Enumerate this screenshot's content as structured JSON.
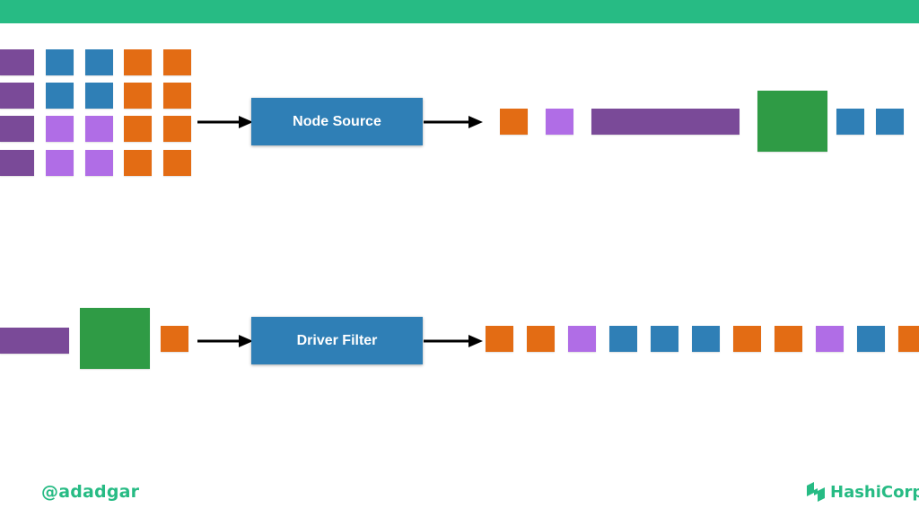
{
  "colors": {
    "header": "#27bb84",
    "purple": "#7a4a98",
    "blue": "#2f7fb6",
    "orange": "#e36c14",
    "lavender": "#b06de6",
    "green": "#2f9b45",
    "process_box": "#2f7fb6",
    "brand": "#27bb84"
  },
  "node_source": {
    "label": "Node Source",
    "inputs": [
      [
        "purple-bar",
        "blue",
        "blue",
        "orange",
        "orange"
      ],
      [
        "purple-bar",
        "blue",
        "blue",
        "orange",
        "orange"
      ],
      [
        "purple-bar",
        "lavender",
        "lavender",
        "orange",
        "orange"
      ],
      [
        "purple-bar",
        "lavender",
        "lavender",
        "orange",
        "orange"
      ]
    ],
    "outputs": [
      "orange",
      "lavender",
      "purple-long",
      "green-large",
      "blue",
      "blue"
    ]
  },
  "driver_filter": {
    "label": "Driver Filter",
    "inputs": [
      "purple-bar",
      "green-large",
      "orange"
    ],
    "outputs": [
      "orange",
      "orange",
      "lavender",
      "blue",
      "blue",
      "blue",
      "orange",
      "orange",
      "lavender",
      "blue",
      "orange"
    ]
  },
  "footer": {
    "handle": "@adadgar",
    "brand": "HashiCorp",
    "logo_icon": "hashicorp-logo-icon"
  }
}
